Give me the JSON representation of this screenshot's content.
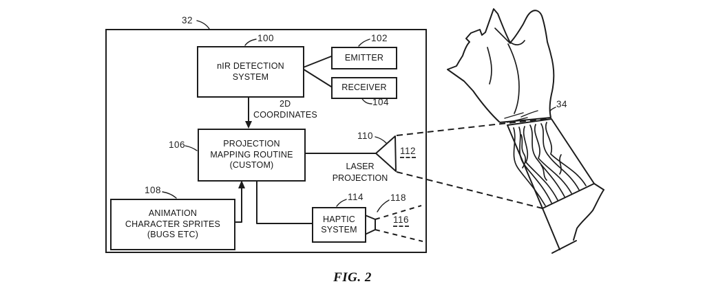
{
  "figure": {
    "caption": "FIG. 2"
  },
  "colors": {
    "line": "#1c1c1c",
    "background": "#ffffff"
  },
  "boxes": {
    "system": {
      "ref": "32"
    },
    "nir": {
      "lines": [
        "nIR DETECTION",
        "SYSTEM"
      ],
      "ref": "100"
    },
    "emitter": {
      "lines": [
        "EMITTER"
      ],
      "ref": "102"
    },
    "receiver": {
      "lines": [
        "RECEIVER"
      ],
      "ref": "104"
    },
    "projection": {
      "lines": [
        "PROJECTION",
        "MAPPING ROUTINE",
        "(CUSTOM)"
      ],
      "ref": "106"
    },
    "animation": {
      "lines": [
        "ANIMATION",
        "CHARACTER SPRITES",
        "(BUGS ETC)"
      ],
      "ref": "108"
    },
    "haptic": {
      "lines": [
        "HAPTIC",
        "SYSTEM"
      ],
      "ref": "114"
    }
  },
  "annotations": {
    "coords": {
      "line1": "2D",
      "line2": "COORDINATES"
    },
    "laser": {
      "ref": "110",
      "line1": "LASER",
      "line2": "PROJECTION"
    },
    "laser_beam": {
      "ref": "112"
    },
    "haptic_out": {
      "ref": "118"
    },
    "haptic_beam": {
      "ref": "116"
    },
    "wrist": {
      "ref": "34"
    }
  }
}
